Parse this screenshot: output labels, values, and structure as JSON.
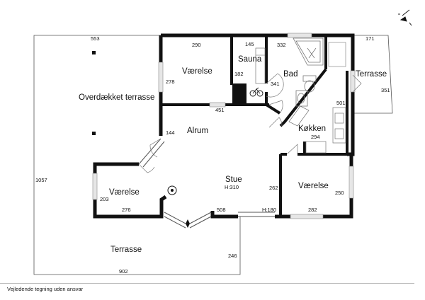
{
  "rooms": {
    "overdaekket_terrasse": "Overdækket terrasse",
    "vaerelse_top": "Værelse",
    "sauna": "Sauna",
    "bad": "Bad",
    "terrasse_right": "Terrasse",
    "alrum": "Alrum",
    "koekken": "Køkken",
    "stue": "Stue",
    "stue_height": "H:310",
    "vaerelse_left": "Værelse",
    "vaerelse_right": "Værelse",
    "terrasse_bottom": "Terrasse"
  },
  "dimensions": {
    "d553": "553",
    "d290": "290",
    "d145": "145",
    "d332": "332",
    "d171": "171",
    "d278": "278",
    "d182": "182",
    "d341": "341",
    "d351": "351",
    "d451": "451",
    "d501": "501",
    "d144": "144",
    "d294": "294",
    "d1057": "1057",
    "d262": "262",
    "d250": "250",
    "d203": "203",
    "d276": "276",
    "d508": "508",
    "h180": "H:180",
    "d282": "282",
    "d246": "246",
    "d902": "902"
  },
  "footer_text": "Vejledende tegning uden ansvar",
  "colors": {
    "wall": "#111111",
    "outline": "#555555",
    "window": "#cfcfcf"
  },
  "icons": [
    "compass-icon",
    "fireplace-icon",
    "bicycle-icon",
    "bathtub-icon",
    "toilet-icon",
    "sink-icon",
    "stove-icon"
  ]
}
